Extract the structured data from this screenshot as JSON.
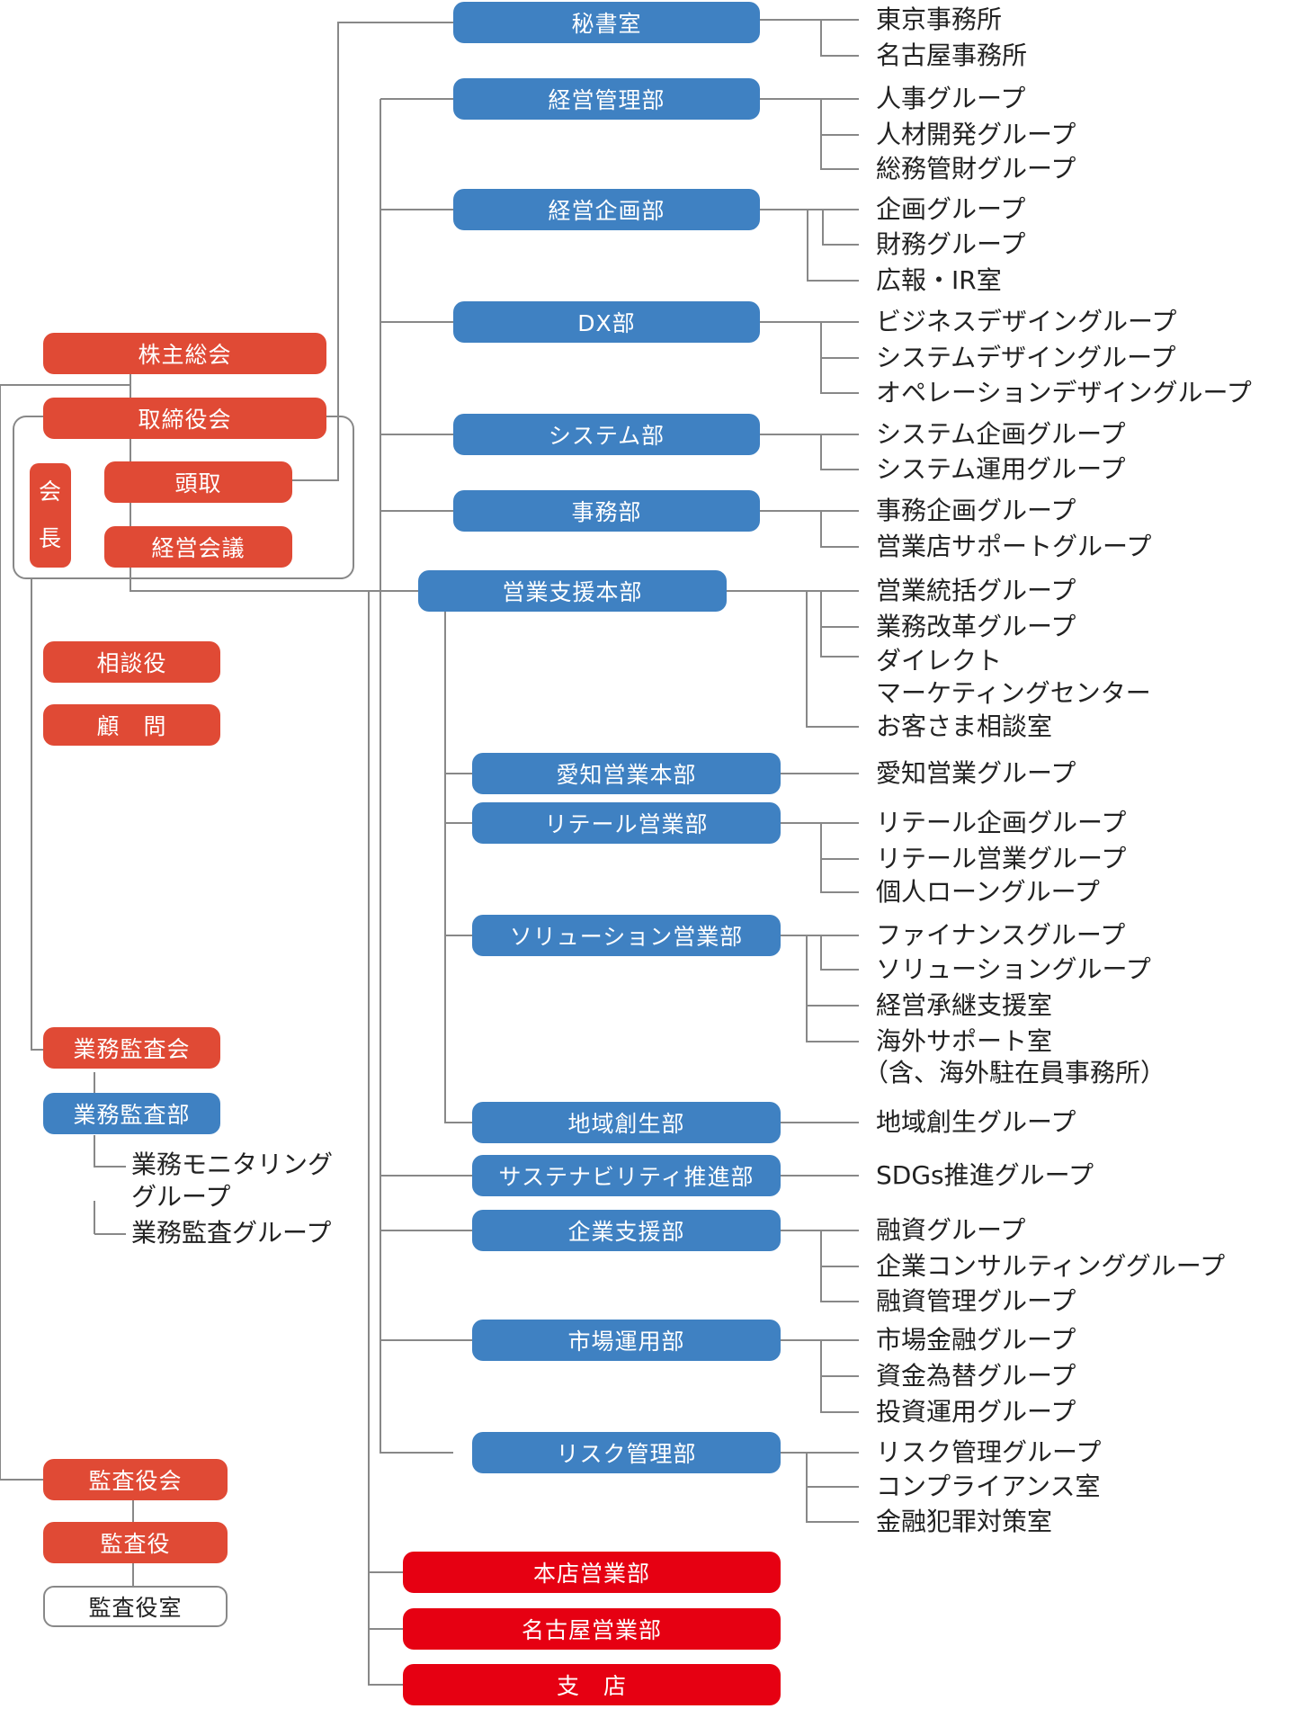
{
  "governance": {
    "shareholders": "株主総会",
    "board": "取締役会",
    "chairman": "会長",
    "president": "頭取",
    "management_committee": "経営会議",
    "advisors": "相談役",
    "counselor": "顧　問",
    "internal_audit_committee": "業務監査会",
    "internal_audit_dept": "業務監査部",
    "audit_groups": [
      "業務モニタリング\nグループ",
      "業務監査グループ"
    ],
    "audit_board": "監査役会",
    "auditor": "監査役",
    "auditor_office": "監査役室"
  },
  "departments": [
    {
      "name": "秘書室",
      "groups": [
        "東京事務所",
        "名古屋事務所"
      ]
    },
    {
      "name": "経営管理部",
      "groups": [
        "人事グループ",
        "人材開発グループ",
        "総務管財グループ"
      ]
    },
    {
      "name": "経営企画部",
      "groups": [
        "企画グループ",
        "財務グループ",
        "広報・IR室"
      ]
    },
    {
      "name": "DX部",
      "groups": [
        "ビジネスデザイングループ",
        "システムデザイングループ",
        "オペレーションデザイングループ"
      ]
    },
    {
      "name": "システム部",
      "groups": [
        "システム企画グループ",
        "システム運用グループ"
      ]
    },
    {
      "name": "事務部",
      "groups": [
        "事務企画グループ",
        "営業店サポートグループ"
      ]
    },
    {
      "name": "営業支援本部",
      "groups": [
        "営業統括グループ",
        "業務改革グループ",
        "ダイレクト",
        "マーケティングセンター",
        "お客さま相談室"
      ]
    },
    {
      "name": "愛知営業本部",
      "groups": [
        "愛知営業グループ"
      ]
    },
    {
      "name": "リテール営業部",
      "groups": [
        "リテール企画グループ",
        "リテール営業グループ",
        "個人ローングループ"
      ]
    },
    {
      "name": "ソリューション営業部",
      "groups": [
        "ファイナンスグループ",
        "ソリューショングループ",
        "経営承継支援室",
        "海外サポート室",
        "（含、海外駐在員事務所）"
      ]
    },
    {
      "name": "地域創生部",
      "groups": [
        "地域創生グループ"
      ]
    },
    {
      "name": "サステナビリティ推進部",
      "groups": [
        "SDGs推進グループ"
      ]
    },
    {
      "name": "企業支援部",
      "groups": [
        "融資グループ",
        "企業コンサルティンググループ",
        "融資管理グループ"
      ]
    },
    {
      "name": "市場運用部",
      "groups": [
        "市場金融グループ",
        "資金為替グループ",
        "投資運用グループ"
      ]
    },
    {
      "name": "リスク管理部",
      "groups": [
        "リスク管理グループ",
        "コンプライアンス室",
        "金融犯罪対策室"
      ]
    }
  ],
  "branches": [
    "本店営業部",
    "名古屋営業部",
    "支　店"
  ],
  "colors": {
    "governance": "#e04a35",
    "department": "#3f81c2",
    "branch": "#e60012",
    "line": "#888888"
  }
}
